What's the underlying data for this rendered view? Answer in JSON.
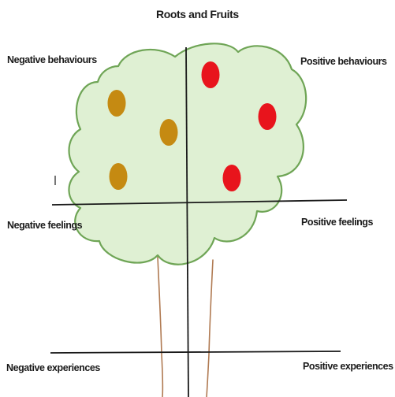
{
  "diagram": {
    "title": "Roots and Fruits",
    "labels": {
      "negative_behaviours": "Negative behaviours",
      "positive_behaviours": "Positive behaviours",
      "negative_feelings": "Negative feelings",
      "positive_feelings": "Positive feelings",
      "negative_experiences": "Negative experiences",
      "positive_experiences": "Positive experiences"
    },
    "colors": {
      "canopy_fill": "#dff0d3",
      "canopy_outline": "#6fa556",
      "trunk": "#b07a52",
      "negative_fruit": "#c58a12",
      "positive_fruit": "#e8141c",
      "lines": "#1a1a1a"
    },
    "fruits": {
      "negative_count": 3,
      "positive_count": 3
    }
  }
}
